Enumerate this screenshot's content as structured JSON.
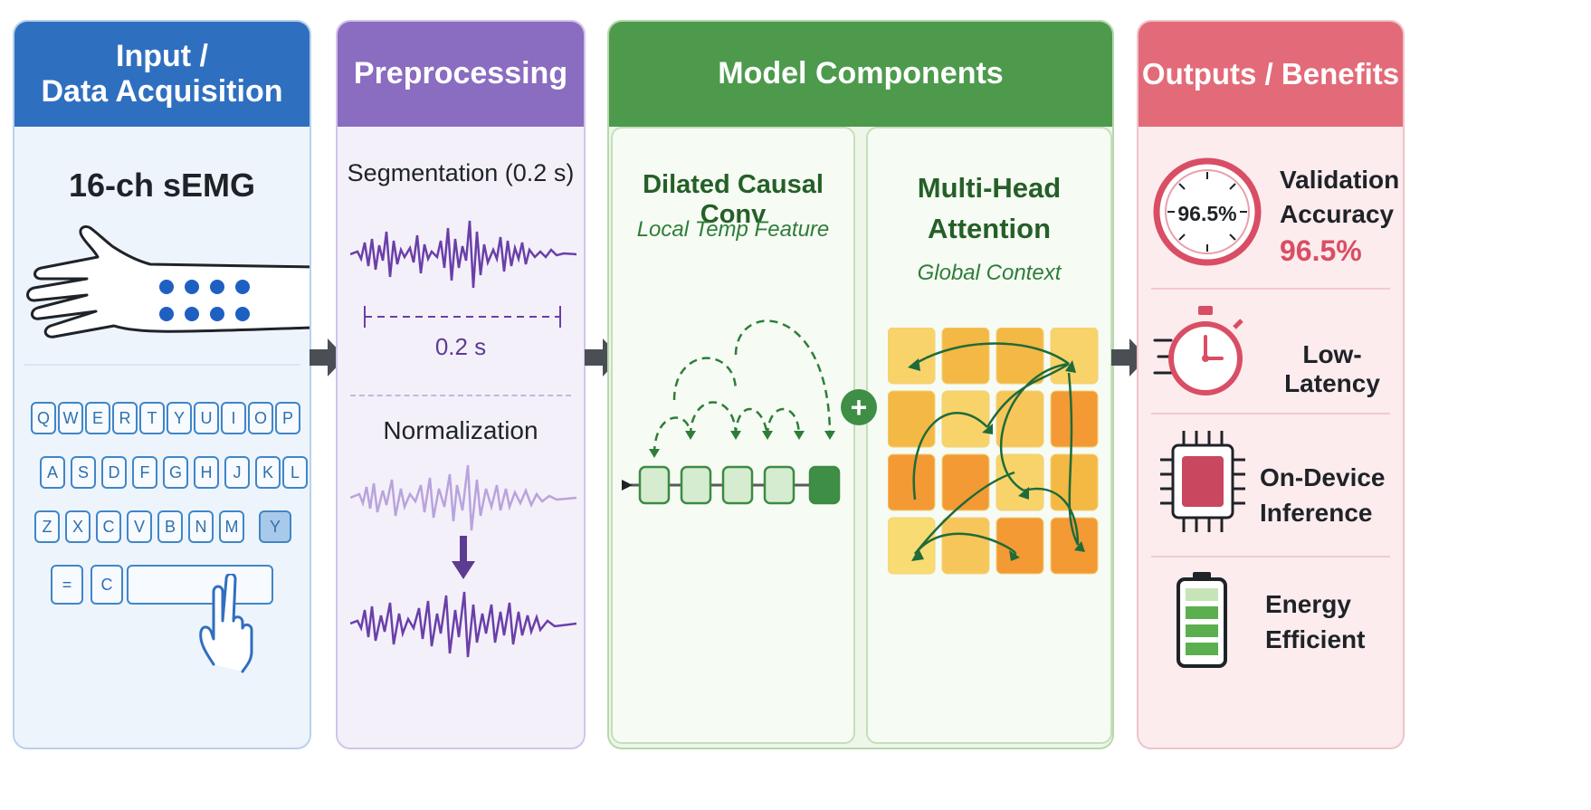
{
  "panels": {
    "input": {
      "title_line1": "Input /",
      "title_line2": "Data Acquisition",
      "sensor_label": "16-ch sEMG",
      "keyboard_rows": [
        [
          "Q",
          "W",
          "E",
          "R",
          "T",
          "Y",
          "U",
          "I",
          "O",
          "P"
        ],
        [
          "A",
          "S",
          "D",
          "F",
          "G",
          "H",
          "J",
          "K",
          "L"
        ],
        [
          "Z",
          "X",
          "C",
          "V",
          "B",
          "N",
          "M",
          "Y"
        ]
      ],
      "keyboard_bottom": [
        "=",
        "C"
      ],
      "highlighted_key": "Y"
    },
    "preprocessing": {
      "title": "Preprocessing",
      "segmentation_label": "Segmentation (0.2 s)",
      "window_label": "0.2 s",
      "normalization_label": "Normalization"
    },
    "model": {
      "title": "Model Components",
      "conv_title": "Dilated Causal Conv",
      "conv_subtitle": "Local Temp Feature",
      "attention_title_line1": "Multi-Head",
      "attention_title_line2": "Attention",
      "attention_subtitle": "Global Context",
      "combine_symbol": "+"
    },
    "outputs": {
      "title": "Outputs / Benefits",
      "gauge_value": "96.5%",
      "accuracy_line1": "Validation",
      "accuracy_line2": "Accuracy",
      "accuracy_value": "96.5%",
      "latency_label": "Low-Latency",
      "device_line1": "On-Device",
      "device_line2": "Inference",
      "energy_line1": "Energy",
      "energy_line2": "Efficient"
    }
  },
  "colors": {
    "input_header": "#2f6fc0",
    "input_body": "#eef4fb",
    "pre_header": "#8a6cc0",
    "pre_body": "#f4f0fa",
    "model_header": "#4d9a4d",
    "model_body": "#eef6ea",
    "out_header": "#e36a78",
    "out_body": "#fcecee",
    "accent_red": "#d94e64",
    "accent_purple": "#5c3c93",
    "accent_green": "#2e7d3a"
  }
}
